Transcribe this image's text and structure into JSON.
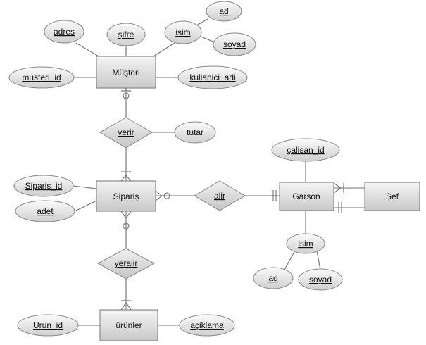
{
  "entities": {
    "musteri": "Müşteri",
    "siparis": "Sipariş",
    "garson": "Garson",
    "sef": "Şef",
    "urunler": "ürünler"
  },
  "relationships": {
    "verir": "verir",
    "alir": "alir",
    "yeralir": "yeralir"
  },
  "attributes": {
    "adres": "adres",
    "sifre": "şifre",
    "isim_musteri": "isim",
    "ad_musteri": "ad",
    "soyad_musteri": "soyad",
    "musteri_id": "musteri_id",
    "kullanici_adi": "kullanici_adi",
    "tutar": "tutar",
    "siparis_id": "Siparis_id",
    "adet": "adet",
    "calisan_id": "çalisan_id",
    "isim_garson": "isim",
    "ad_garson": "ad",
    "soyad_garson": "soyad",
    "urun_id": "Urun_id",
    "aciklama": "açiklama"
  }
}
